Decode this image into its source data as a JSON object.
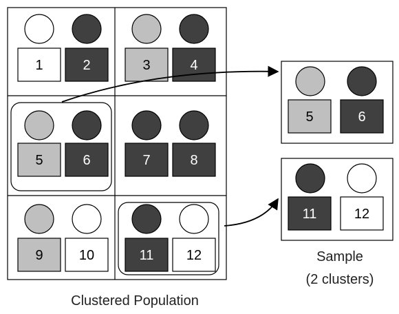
{
  "colors": {
    "white": "#ffffff",
    "gray": "#bfbfbf",
    "dark": "#404040",
    "line": "#000000"
  },
  "population": {
    "caption": "Clustered Population",
    "clusters": [
      {
        "members": [
          {
            "label": "1",
            "shade": "white"
          },
          {
            "label": "2",
            "shade": "dark"
          }
        ]
      },
      {
        "members": [
          {
            "label": "3",
            "shade": "gray"
          },
          {
            "label": "4",
            "shade": "dark"
          }
        ]
      },
      {
        "members": [
          {
            "label": "5",
            "shade": "gray"
          },
          {
            "label": "6",
            "shade": "dark"
          }
        ],
        "selected": true
      },
      {
        "members": [
          {
            "label": "7",
            "shade": "dark"
          },
          {
            "label": "8",
            "shade": "dark"
          }
        ]
      },
      {
        "members": [
          {
            "label": "9",
            "shade": "gray"
          },
          {
            "label": "10",
            "shade": "white"
          }
        ]
      },
      {
        "members": [
          {
            "label": "11",
            "shade": "dark"
          },
          {
            "label": "12",
            "shade": "white"
          }
        ],
        "selected": true
      }
    ]
  },
  "sample": {
    "caption_line1": "Sample",
    "caption_line2": "(2 clusters)",
    "clusters": [
      {
        "members": [
          {
            "label": "5",
            "shade": "gray"
          },
          {
            "label": "6",
            "shade": "dark"
          }
        ]
      },
      {
        "members": [
          {
            "label": "11",
            "shade": "dark"
          },
          {
            "label": "12",
            "shade": "white"
          }
        ]
      }
    ]
  }
}
